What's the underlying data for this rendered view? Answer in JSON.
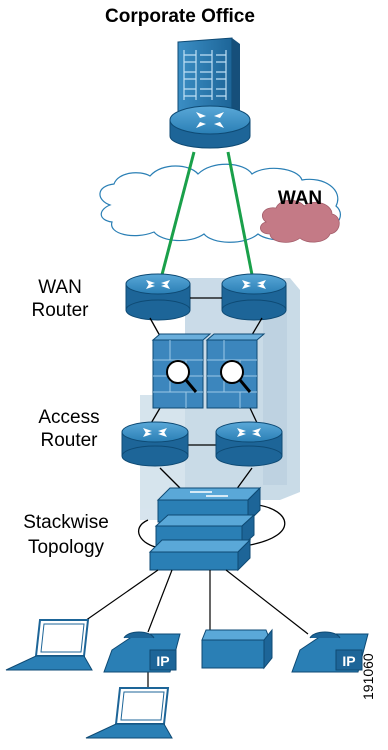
{
  "diagram": {
    "title": "Corporate Office",
    "cloud_label": "WAN",
    "wan_router_label_line1": "WAN",
    "wan_router_label_line2": "Router",
    "access_router_label_line1": "Access",
    "access_router_label_line2": "Router",
    "stack_label_line1": "Stackwise",
    "stack_label_line2": "Topology",
    "phone_label_left": "IP",
    "phone_label_right": "IP",
    "figure_id": "191060"
  },
  "colors": {
    "device_blue": "#2a7fb5",
    "device_dark": "#1a5f8c",
    "wan_link_green": "#1aa04a",
    "private_cloud": "#c47a86",
    "firewall_blue": "#3c86bd",
    "shadow_blue": "#b8cfe0"
  }
}
